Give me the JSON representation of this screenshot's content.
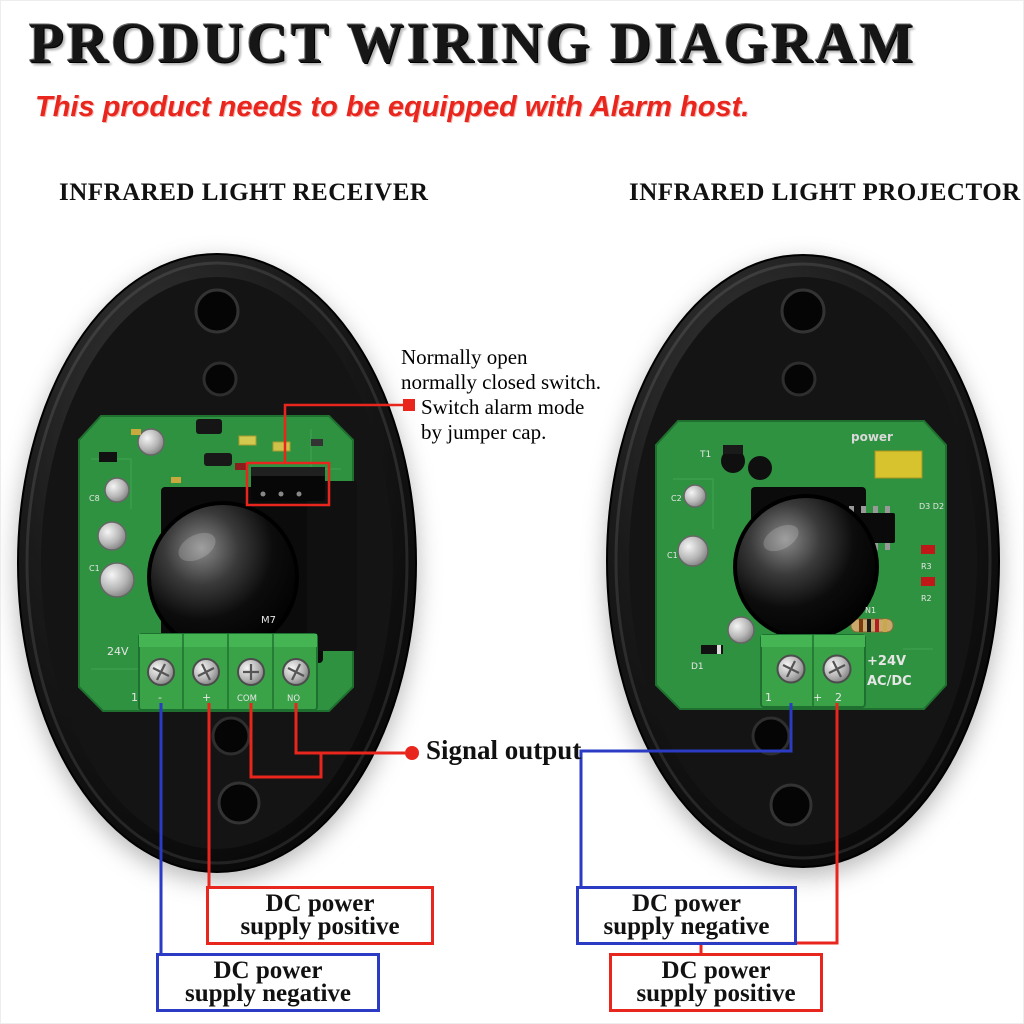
{
  "header": {
    "title": "PRODUCT WIRING DIAGRAM",
    "subtitle": "This product needs to be equipped with Alarm host."
  },
  "receiver": {
    "heading": "INFRARED LIGHT RECEIVER",
    "board_labels": {
      "voltage": "24V",
      "terminal_1": "1",
      "neg": "-",
      "pos": "+",
      "com": "COM",
      "no": "NO",
      "m7": "M7",
      "c8": "C8",
      "c1": "C1"
    }
  },
  "projector": {
    "heading": "INFRARED LIGHT PROJECTOR",
    "board_labels": {
      "power": "power",
      "t1": "T1",
      "c2": "C2",
      "c1": "C1",
      "d3d2": "D3 D2",
      "r3": "R3",
      "r2": "R2",
      "n1": "N1",
      "d1": "D1",
      "voltage": "+24V",
      "acdc": "AC/DC",
      "terminal_1": "1",
      "plus": "+",
      "terminal_2": "2"
    }
  },
  "annotations": {
    "jumper_note": {
      "line1": "Normally open",
      "line2": "normally closed switch.",
      "line3": "Switch alarm mode",
      "line4": "by jumper cap."
    },
    "signal_output": "Signal output",
    "receiver_positive": {
      "line1": "DC power",
      "line2": "supply positive"
    },
    "receiver_negative": {
      "line1": "DC power",
      "line2": "supply negative"
    },
    "projector_negative": {
      "line1": "DC power",
      "line2": "supply negative"
    },
    "projector_positive": {
      "line1": "DC power",
      "line2": "supply positive"
    }
  },
  "colors": {
    "positive_wire": "#e8261d",
    "negative_wire": "#2b3bc4",
    "annotation_red": "#e8261d",
    "subtitle_red": "#e8261d",
    "pcb_green": "#2f9240"
  }
}
